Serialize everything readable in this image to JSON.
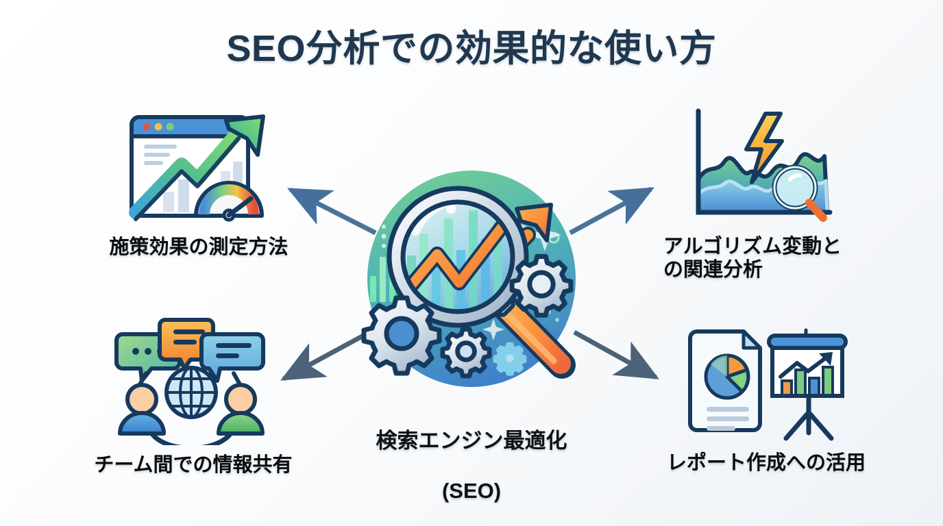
{
  "page": {
    "title": "SEO分析での効果的な使い方",
    "background_start": "#ffffff",
    "background_end": "#eef2f6",
    "title_color": "#20384f",
    "label_color": "#0b0c0e",
    "arrow_color": "#45709b"
  },
  "center": {
    "label_line1": "検索エンジン最適化",
    "label_line2": "(SEO)",
    "icon": "magnifier-analytics-gears-icon",
    "circle_gradient_top": "#6ec99a",
    "circle_gradient_mid": "#4fb5b8",
    "circle_gradient_bottom": "#3f7ecb",
    "accent_orange": "#f89040"
  },
  "nodes": [
    {
      "id": "measurement",
      "position": "top-left",
      "label": "施策効果の測定方法",
      "icon": "browser-growth-chart-gauge-icon"
    },
    {
      "id": "algorithm",
      "position": "top-right",
      "label": "アルゴリズム変動と\nの関連分析",
      "icon": "area-chart-lightning-magnifier-icon"
    },
    {
      "id": "sharing",
      "position": "bottom-left",
      "label": "チーム間での情報共有",
      "icon": "speech-bubbles-globe-people-icon"
    },
    {
      "id": "reporting",
      "position": "bottom-right",
      "label": "レポート作成への活用",
      "icon": "document-pie-presentation-chart-icon"
    }
  ],
  "arrows": [
    {
      "id": "arrow-center-to-top-left",
      "from": "center",
      "to": "measurement",
      "direction": "up-left"
    },
    {
      "id": "arrow-center-to-top-right",
      "from": "center",
      "to": "algorithm",
      "direction": "up-right"
    },
    {
      "id": "arrow-center-to-bottom-left",
      "from": "center",
      "to": "sharing",
      "direction": "down-left"
    },
    {
      "id": "arrow-center-to-bottom-right",
      "from": "center",
      "to": "reporting",
      "direction": "down-right"
    }
  ]
}
